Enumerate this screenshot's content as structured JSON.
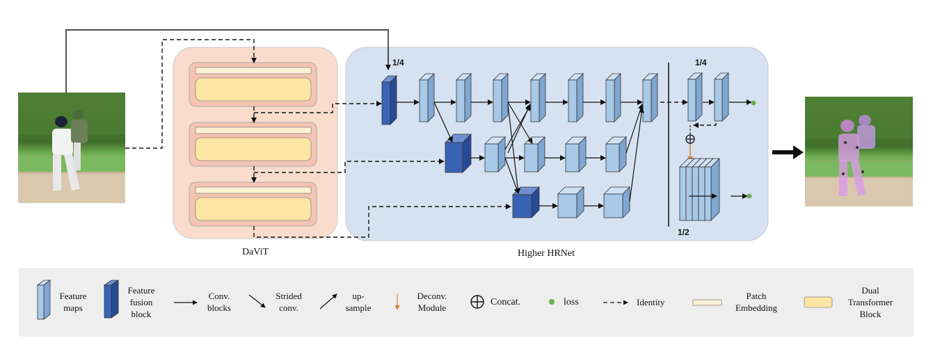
{
  "panels": {
    "davit_label": "DaViT",
    "hrnet_label": "Higher HRNet"
  },
  "scales": {
    "quarter_top": "1/4",
    "quarter_right": "1/4",
    "half": "1/2"
  },
  "legend": {
    "feature_maps": "Feature\nmaps",
    "fusion_block": "Feature\nfusion\nblock",
    "conv_blocks": "Conv.\nblocks",
    "strided_conv": "Strided\nconv.",
    "upsample": "up-\nsample",
    "deconv": "Deconv.\nModule",
    "concat": "Concat.",
    "loss": "loss",
    "identity": "Identity",
    "patch_embedding": "Patch\nEmbedding",
    "dual_transformer": "Dual\nTransformer\nBlock"
  },
  "colors": {
    "davit_bg": "#f9dccb",
    "hrnet_bg": "#d6e2f1",
    "feature_map": "#a9c9e9",
    "fusion_block": "#3a63b5",
    "patch_embedding": "#fdf1d3",
    "dual_transformer": "#fde6a3",
    "loss_dot": "#6ab04c",
    "deconv_arrow": "#e07b2a"
  }
}
